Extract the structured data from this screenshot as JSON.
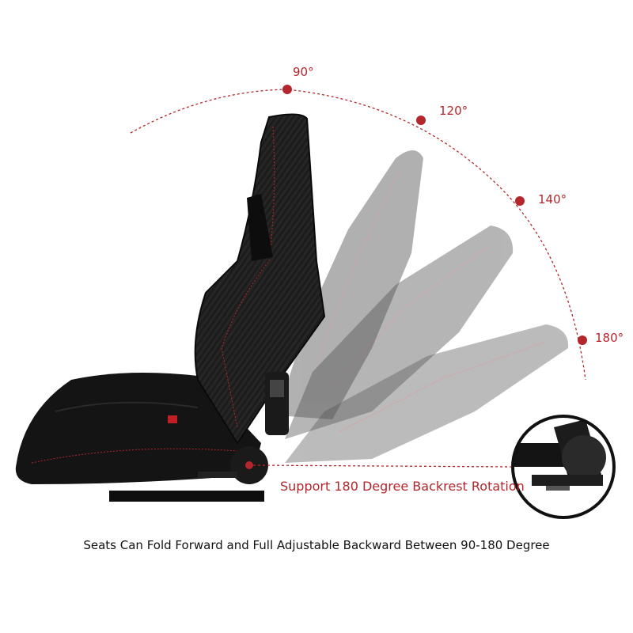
{
  "colors": {
    "accent_red": "#b3262c",
    "seat_black": "#151515",
    "ghost_gray": "#8a8a8a",
    "caption_text": "#111111"
  },
  "angles": {
    "a90": "90°",
    "a120": "120°",
    "a140": "140°",
    "a180": "180°"
  },
  "support_text": "Support 180 Degree Backrest Rotation",
  "caption": "Seats Can Fold Forward and Full Adjustable Backward Between 90-180 Degree"
}
